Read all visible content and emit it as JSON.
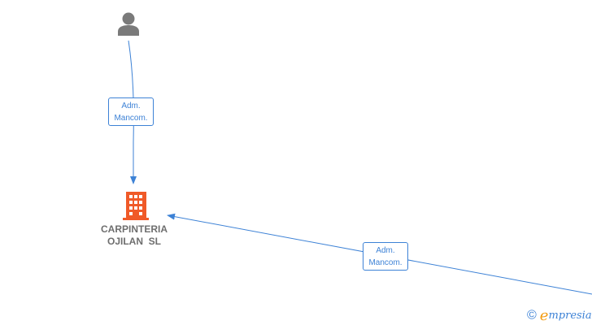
{
  "nodes": {
    "person": {
      "type": "person",
      "icon": "person-icon"
    },
    "company": {
      "type": "company",
      "icon": "building-icon",
      "name_line1": "CARPINTERIA",
      "name_line2": "OJILAN  SL"
    }
  },
  "edges": [
    {
      "from": "person",
      "to": "company",
      "label_line1": "Adm.",
      "label_line2": "Mancom."
    },
    {
      "from": "offscreen",
      "to": "company",
      "label_line1": "Adm.",
      "label_line2": "Mancom."
    }
  ],
  "footer": {
    "copyright_symbol": "©",
    "brand_initial": "e",
    "brand_rest": "mpresia"
  },
  "colors": {
    "edge": "#3d82d6",
    "company": "#f05a28",
    "person": "#7a7a7a",
    "label_text": "#6e6e6e",
    "brand_accent": "#f39c12"
  }
}
